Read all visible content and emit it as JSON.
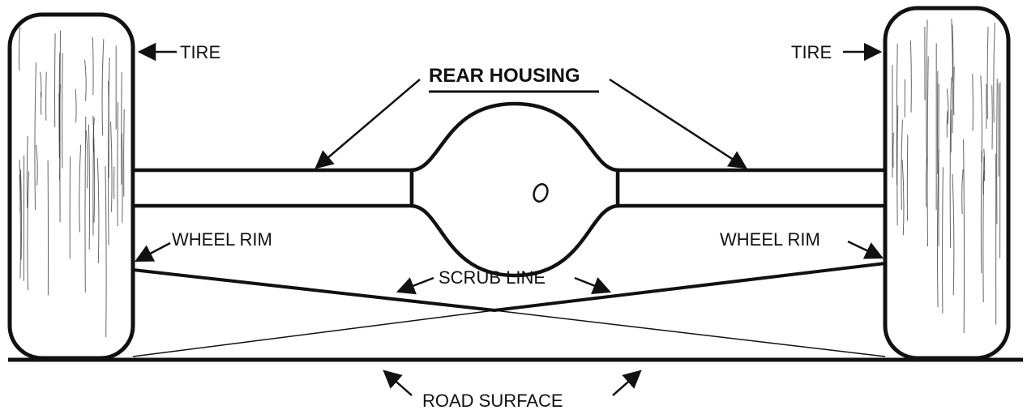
{
  "labels": {
    "tire_left": "TIRE",
    "tire_right": "TIRE",
    "rear_housing": "REAR HOUSING",
    "wheel_rim_left": "WHEEL RIM",
    "wheel_rim_right": "WHEEL RIM",
    "scrub_line": "SCRUB LINE",
    "road_surface": "ROAD SURFACE"
  }
}
